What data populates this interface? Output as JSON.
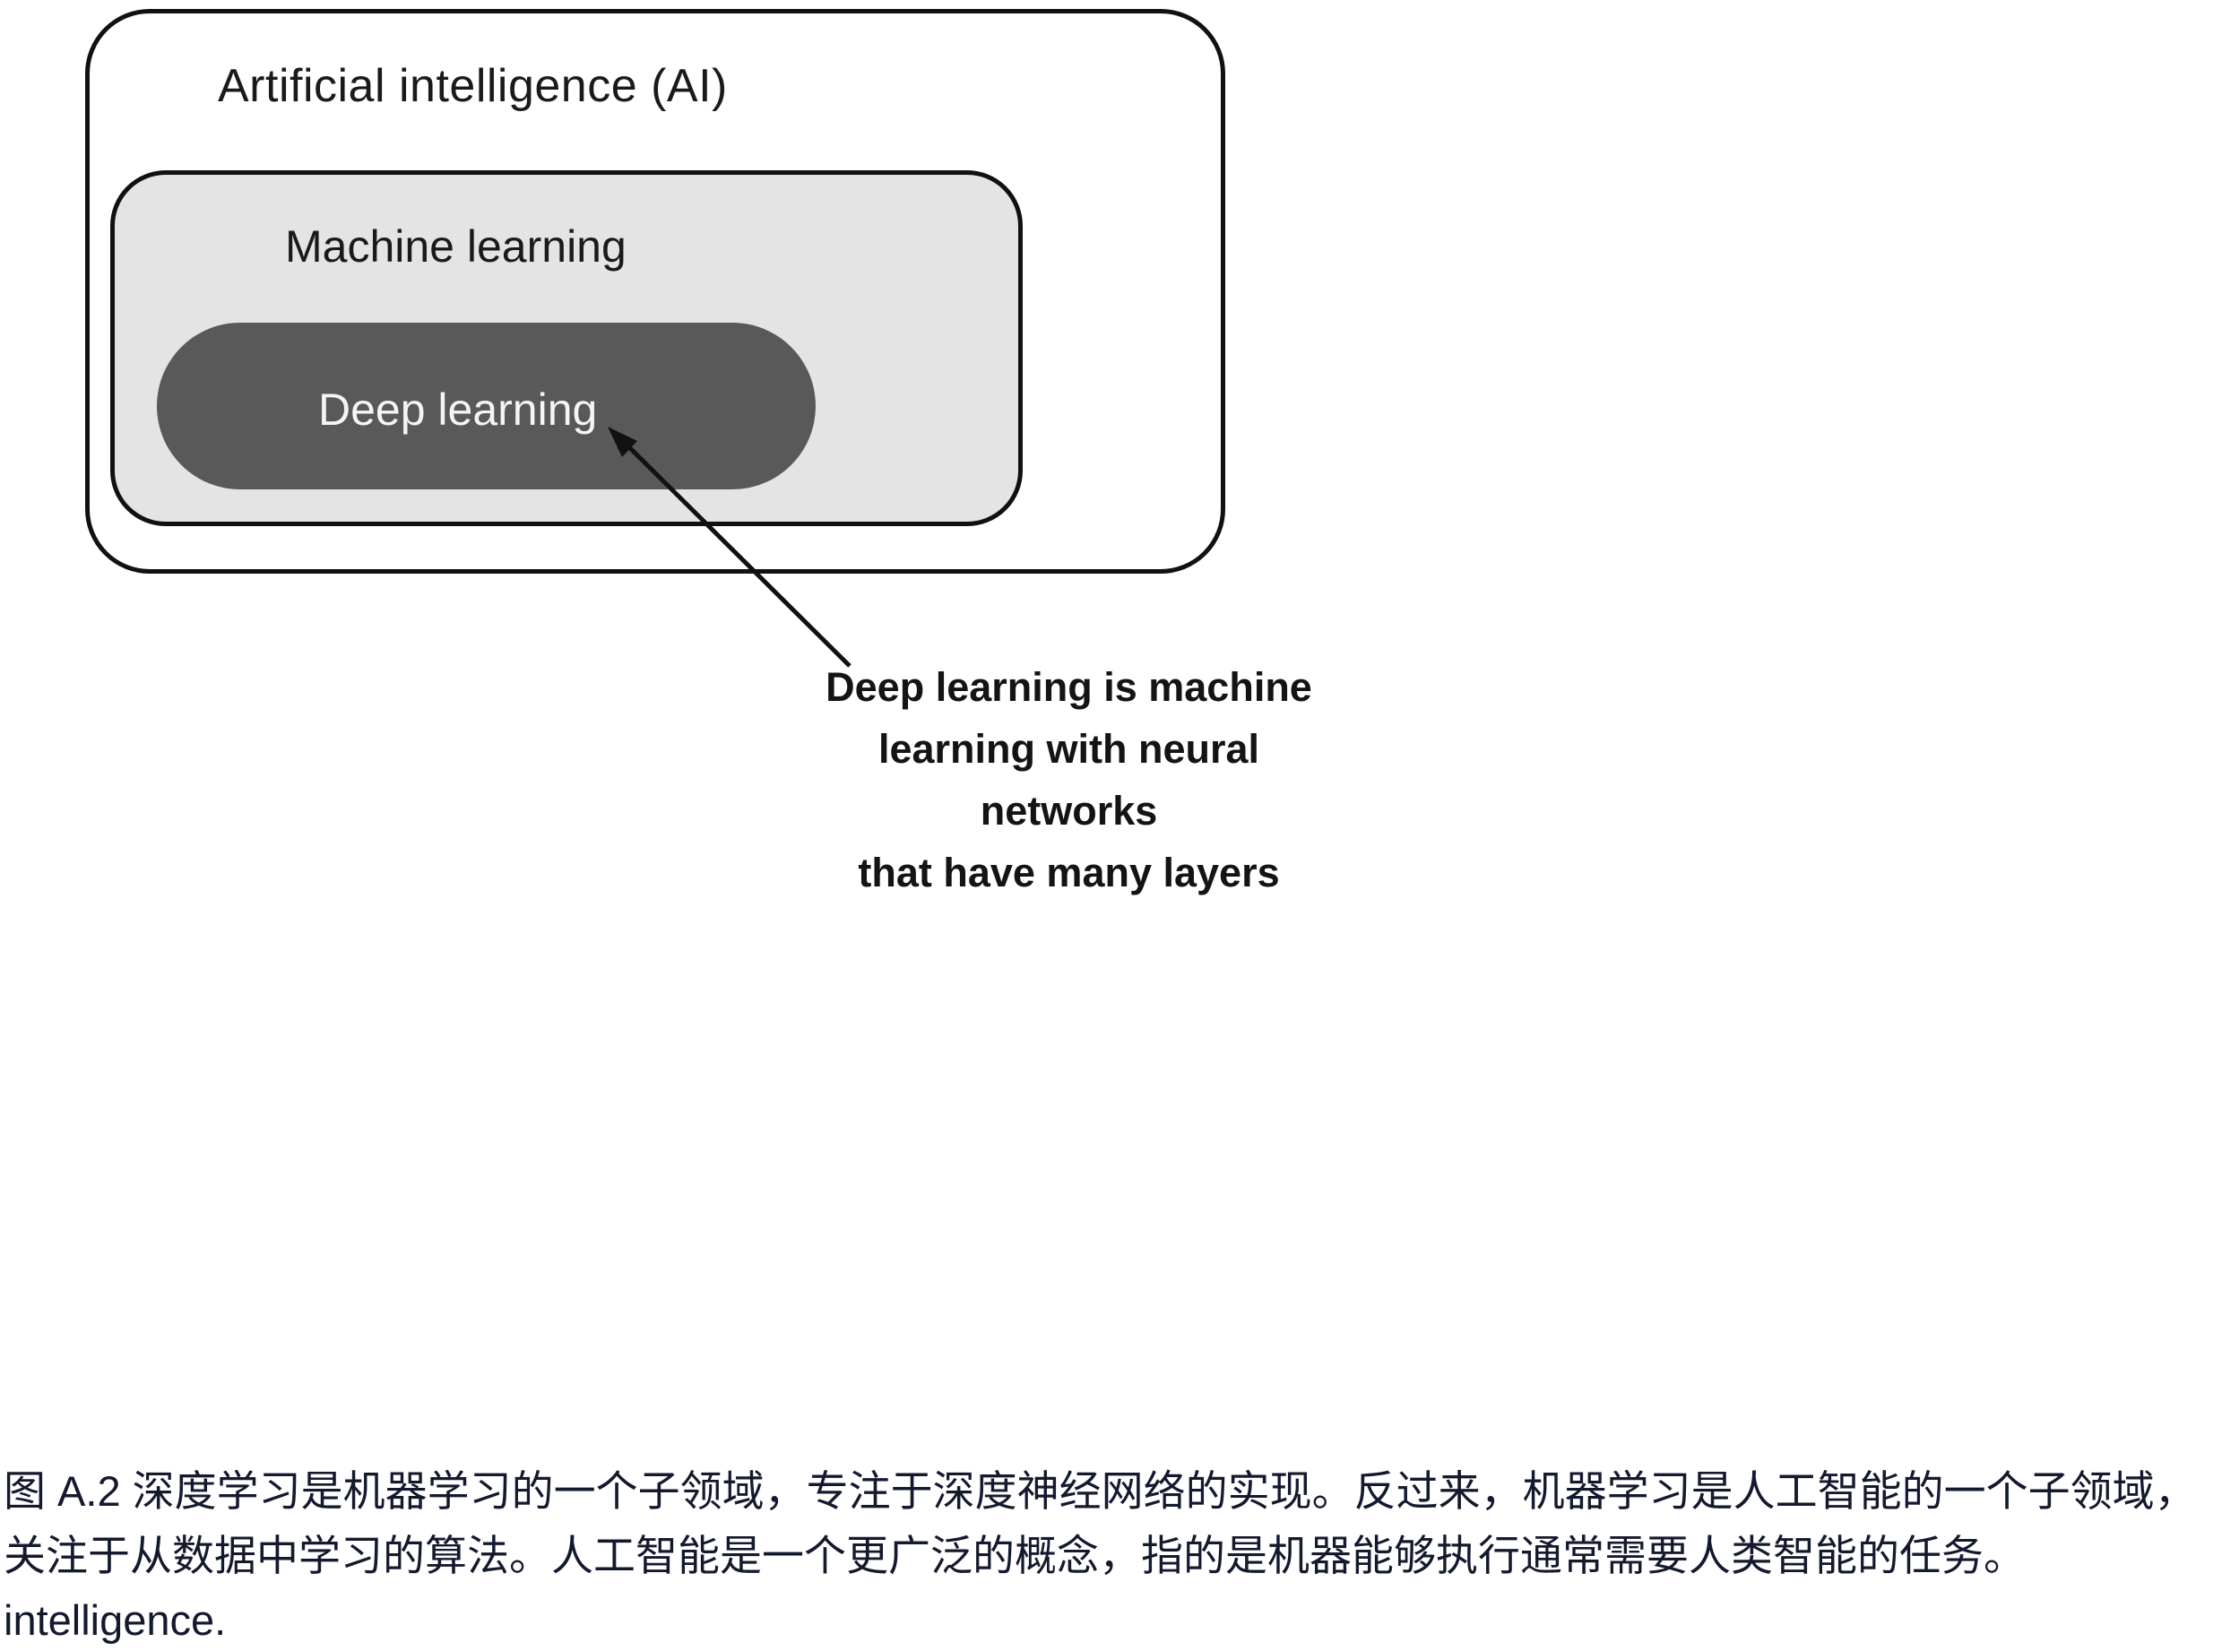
{
  "diagram": {
    "outer_label": "Artificial intelligence (AI)",
    "middle_label": "Machine learning",
    "inner_label": "Deep learning",
    "annotation": {
      "lines": [
        "Deep learning is machine",
        "learning with neural networks",
        "that have many layers"
      ]
    },
    "colors": {
      "outer_fill": "#ffffff",
      "outer_border": "#111111",
      "middle_fill": "#e4e4e4",
      "middle_border": "#111111",
      "inner_fill": "#595959",
      "inner_text": "#f5f5f5",
      "arrow": "#111111",
      "caption_text": "#141a2e"
    }
  },
  "caption": {
    "text": "图 A.2 深度学习是机器学习的一个子领域，专注于深度神经网络的实现。反过来，机器学习是人工智能的一个子领域，关注于从数据中学习的算法。人工智能是一个更广泛的概念，指的是机器能够执行通常需要人类智能的任务。intelligence."
  }
}
